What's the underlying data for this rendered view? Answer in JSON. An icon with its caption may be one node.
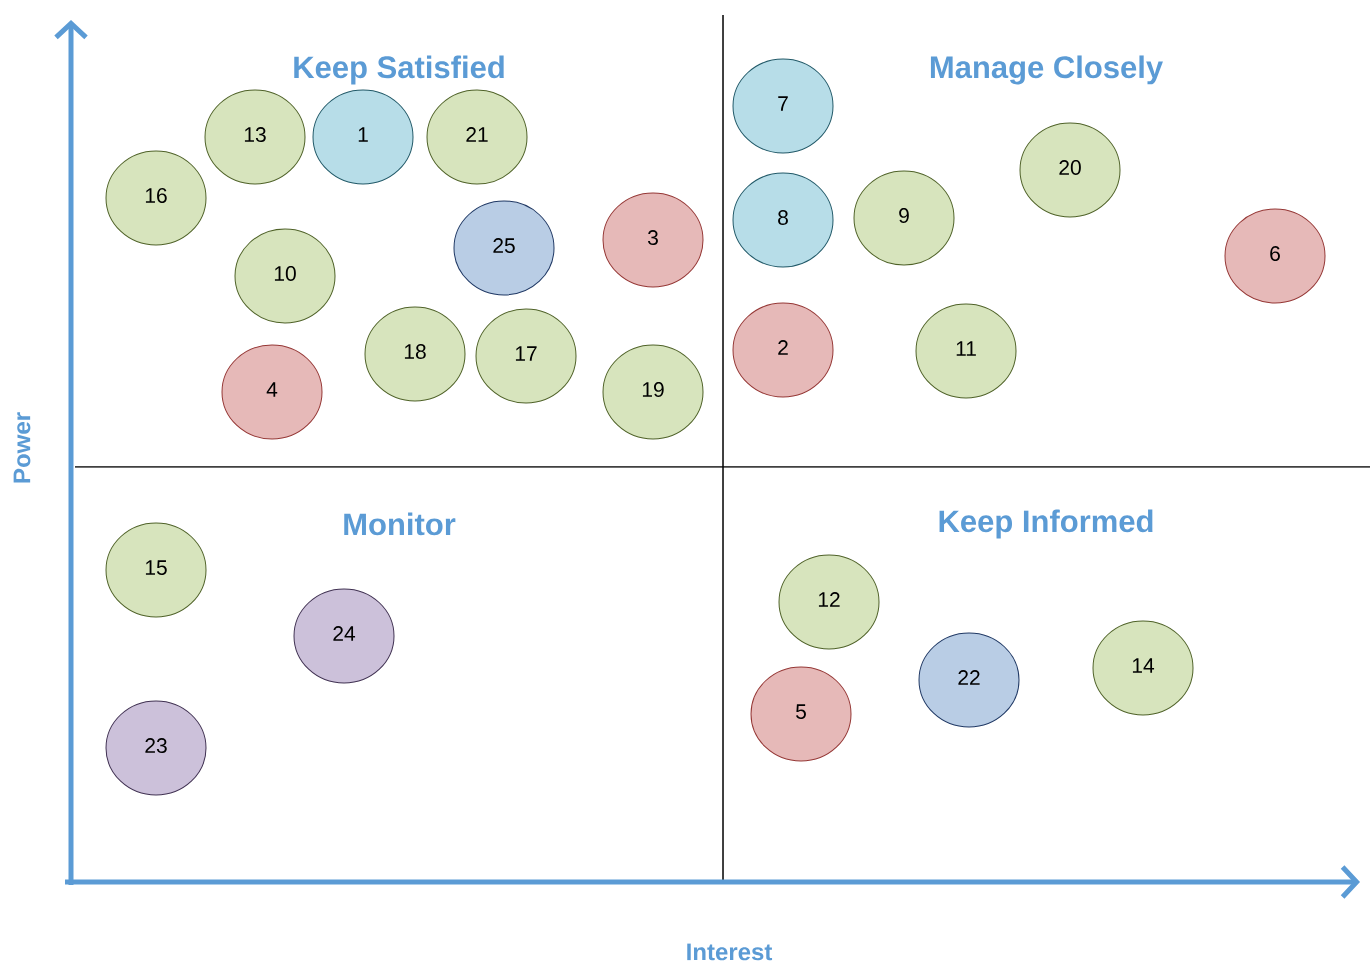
{
  "diagram": {
    "nodes": [
      {
        "text": [
          "7"
        ]
      },
      {
        "text": [
          "13"
        ]
      },
      {
        "text": [
          "1"
        ]
      },
      {
        "text": [
          "21"
        ]
      },
      {
        "text": [
          "20"
        ]
      },
      {
        "text": [
          "16"
        ]
      },
      {
        "text": [
          "9"
        ]
      },
      {
        "text": [
          "8"
        ]
      },
      {
        "text": [
          "3"
        ]
      },
      {
        "text": [
          "25"
        ]
      },
      {
        "text": [
          "6"
        ]
      },
      {
        "text": [
          "10"
        ]
      },
      {
        "text": [
          "2"
        ]
      },
      {
        "text": [
          "11"
        ]
      },
      {
        "text": [
          "18"
        ]
      },
      {
        "text": [
          "17"
        ]
      },
      {
        "text": [
          "4"
        ]
      },
      {
        "text": [
          "19"
        ]
      },
      {
        "text": [
          "15"
        ]
      },
      {
        "text": [
          "12"
        ]
      },
      {
        "text": [
          "24"
        ]
      },
      {
        "text": [
          "14"
        ]
      },
      {
        "text": [
          "22"
        ]
      },
      {
        "text": [
          "5"
        ]
      },
      {
        "text": [
          "23"
        ]
      }
    ],
    "labels": [
      "Keep Satisfied",
      "Manage Closely",
      "Monitor",
      "Keep Informed",
      "Power",
      "Interest"
    ]
  }
}
